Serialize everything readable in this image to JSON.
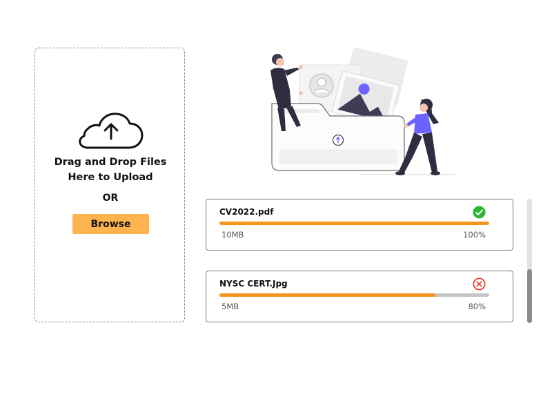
{
  "dropzone": {
    "instruction": "Drag and Drop  Files\nHere to Upload",
    "or_label": "OR",
    "browse_label": "Browse"
  },
  "files": [
    {
      "name": "CV2022.pdf",
      "size": "10MB",
      "progress_label": "100%",
      "progress": 100,
      "status": "complete",
      "status_icon": "check-circle-icon"
    },
    {
      "name": "NYSC CERT.Jpg",
      "size": "5MB",
      "progress_label": "80%",
      "progress": 80,
      "status": "failed",
      "status_icon": "x-circle-icon"
    }
  ],
  "colors": {
    "accent": "#fdb44f",
    "progress": "#f7941d",
    "track": "#c6c6c6",
    "success": "#2bb634",
    "error": "#e53935"
  }
}
